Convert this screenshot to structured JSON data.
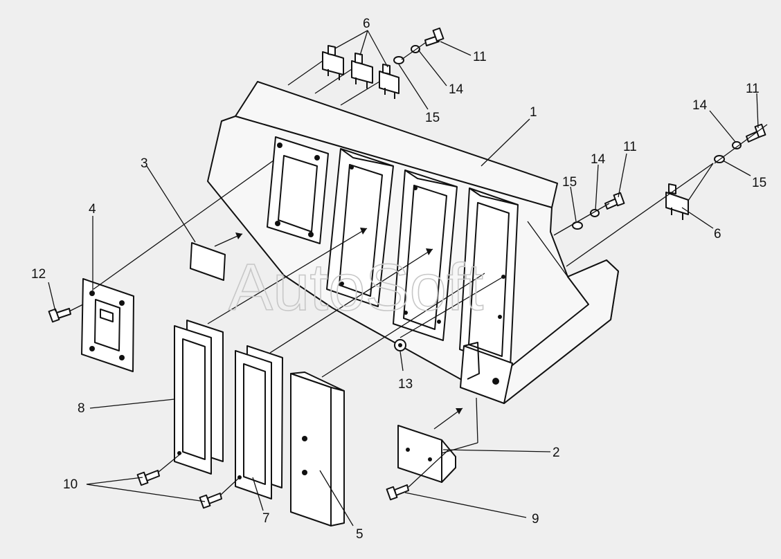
{
  "watermark": "AutoSoft",
  "callouts": {
    "c1": "1",
    "c2": "2",
    "c3": "3",
    "c4": "4",
    "c5": "5",
    "c6_top": "6",
    "c6_right": "6",
    "c7": "7",
    "c8": "8",
    "c9": "9",
    "c10": "10",
    "c11_top": "11",
    "c11_mid": "11",
    "c11_right": "11",
    "c12": "12",
    "c13": "13",
    "c14_top": "14",
    "c14_mid": "14",
    "c14_right": "14",
    "c15_top": "15",
    "c15_mid": "15",
    "c15_right": "15"
  },
  "colors": {
    "line": "#111111",
    "background": "#efefef",
    "watermark": "#c7c7c7"
  }
}
